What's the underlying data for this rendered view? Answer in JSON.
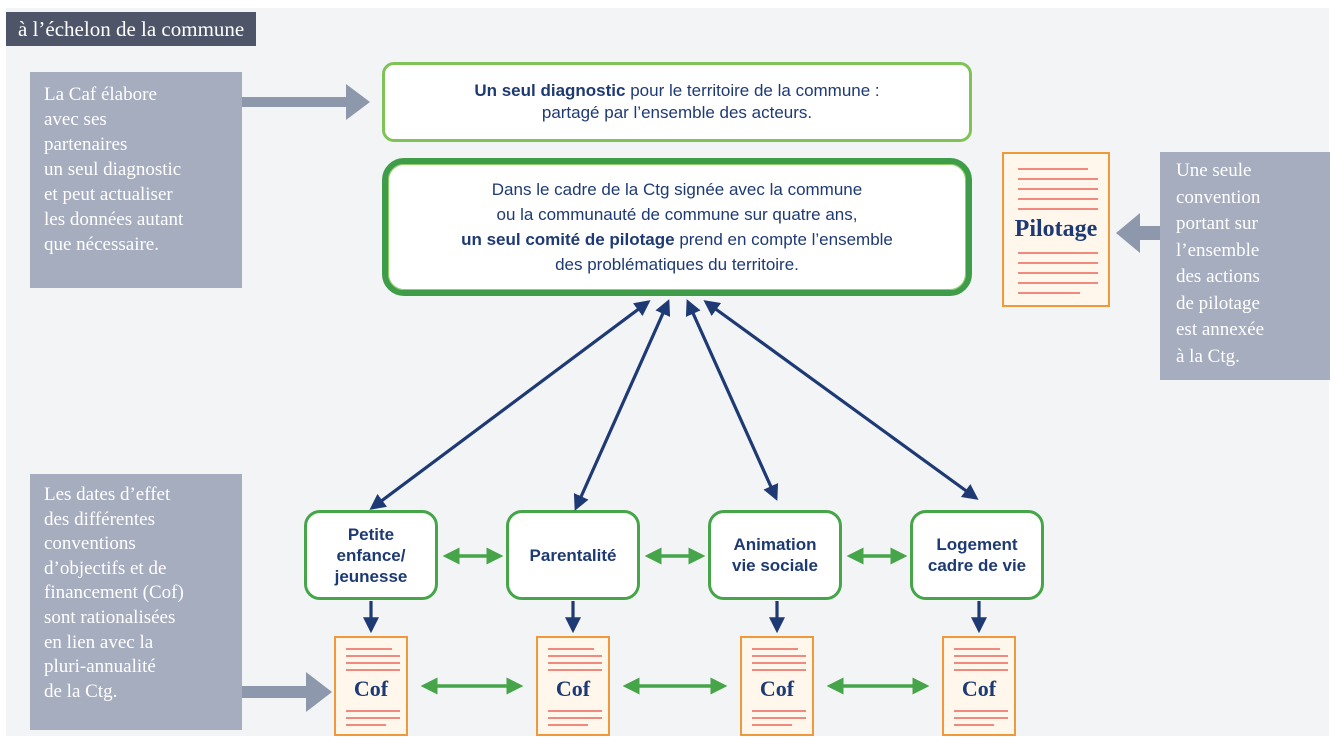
{
  "header": {
    "title": "à l’échelon de la commune"
  },
  "left_top_box": {
    "lines": [
      "La Caf élabore",
      "avec ses",
      "partenaires",
      "un seul diagnostic",
      "et peut actualiser",
      "les données autant",
      "que nécessaire."
    ]
  },
  "left_bottom_box": {
    "lines": [
      "Les dates d’effet",
      "des différentes",
      "conventions",
      "d’objectifs et de",
      "financement (Cof)",
      "sont rationalisées",
      "en lien avec la",
      "pluri-annualité",
      "de la Ctg."
    ]
  },
  "right_box": {
    "lines": [
      "Une seule",
      "convention",
      "portant sur",
      "l’ensemble",
      "des actions",
      "de pilotage",
      "est annexée",
      "à la Ctg."
    ]
  },
  "diagnostic_box": {
    "bold": "Un seul diagnostic",
    "rest": " pour le territoire de la commune :",
    "line2": "partagé par l’ensemble des acteurs."
  },
  "ctg_box": {
    "line1": "Dans le cadre de la Ctg signée avec la commune",
    "line2": "ou la communauté de commune sur quatre ans,",
    "line3_bold": "un seul comité de pilotage",
    "line3_rest": " prend en compte l’ensemble",
    "line4": "des problématiques du territoire."
  },
  "pilotage_doc": {
    "label": "Pilotage"
  },
  "themes": [
    {
      "lines": [
        "Petite",
        "enfance/",
        "jeunesse"
      ]
    },
    {
      "lines": [
        "Parentalité"
      ]
    },
    {
      "lines": [
        "Animation",
        "vie sociale"
      ]
    },
    {
      "lines": [
        "Logement",
        "cadre de vie"
      ]
    }
  ],
  "cof_docs": [
    {
      "label": "Cof"
    },
    {
      "label": "Cof"
    },
    {
      "label": "Cof"
    },
    {
      "label": "Cof"
    }
  ],
  "colors": {
    "header_bg": "#4e5568",
    "side_box_bg": "#a6adbf",
    "navy_arrow": "#1e3a74",
    "green_arrow": "#45a548",
    "gray_arrow": "#8e98ad",
    "doc_border": "#ef9a3a",
    "doc_lines": "#f08a7f"
  }
}
